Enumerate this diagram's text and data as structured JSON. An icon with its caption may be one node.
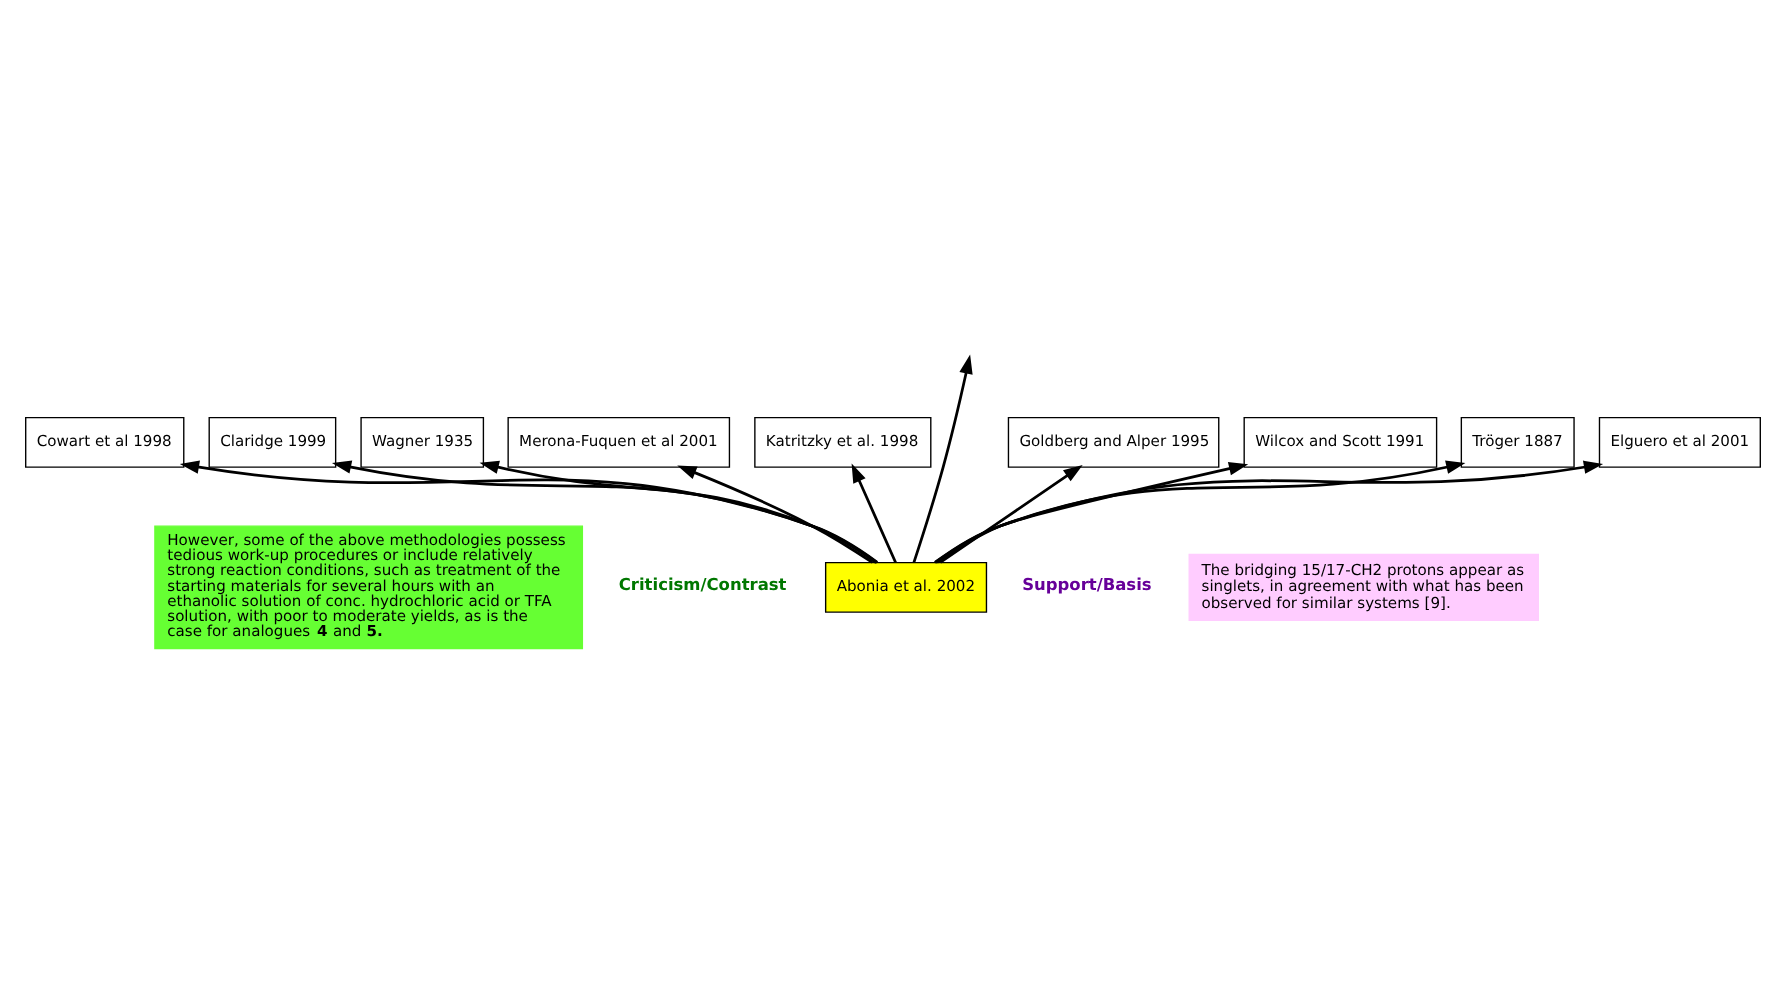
{
  "diagram": {
    "nodes": [
      {
        "text": [
          "Katritzky et al. 1998"
        ]
      },
      {
        "text": [
          "Goldberg and Alper 1995"
        ]
      },
      {
        "text": [
          "Merona-Fuquen et al 2001"
        ]
      },
      {
        "text": [
          "Wilcox and Scott 1991"
        ]
      },
      {
        "text": [
          "Wagner 1935"
        ]
      },
      {
        "text": [
          "Tröger 1887"
        ]
      },
      {
        "text": [
          "Claridge 1999"
        ]
      },
      {
        "text": [
          "Elguero et al 2001"
        ]
      },
      {
        "text": [
          "Cowart et al 1998"
        ]
      },
      {
        "text": [
          "Abonia et al. 2002"
        ]
      },
      {
        "text": [
          "However, some of the above methodologies possess tedious work-up procedures or include relatively strong reaction conditions, such as treatment of the starting materials for several hours with an ethanolic solution of conc. hydrochloric acid or TFA solution, with poor to moderate yields, as is the case for analogues **4** and **5.**"
        ]
      },
      {
        "text": [
          "The bridging 15/17-CH2 protons appear as singlets, in agreement with what has been observed for similar systems [9]."
        ]
      }
    ],
    "edges": [
      {
        "from": 9,
        "to": 8,
        "arrow": "to"
      },
      {
        "from": 9,
        "to": 6,
        "arrow": "to"
      },
      {
        "from": 9,
        "to": 4,
        "arrow": "to"
      },
      {
        "from": 9,
        "to": 2,
        "arrow": "to"
      },
      {
        "from": 9,
        "to": 0,
        "arrow": "to"
      },
      {
        "from": 9,
        "to": null,
        "arrow": "to"
      },
      {
        "from": 9,
        "to": 1,
        "arrow": "to"
      },
      {
        "from": 9,
        "to": 3,
        "arrow": "to"
      },
      {
        "from": 9,
        "to": 5,
        "arrow": "to"
      },
      {
        "from": 9,
        "to": 7,
        "arrow": "to"
      }
    ],
    "labels": [
      "Criticism/Contrast",
      "Support/Basis"
    ]
  }
}
